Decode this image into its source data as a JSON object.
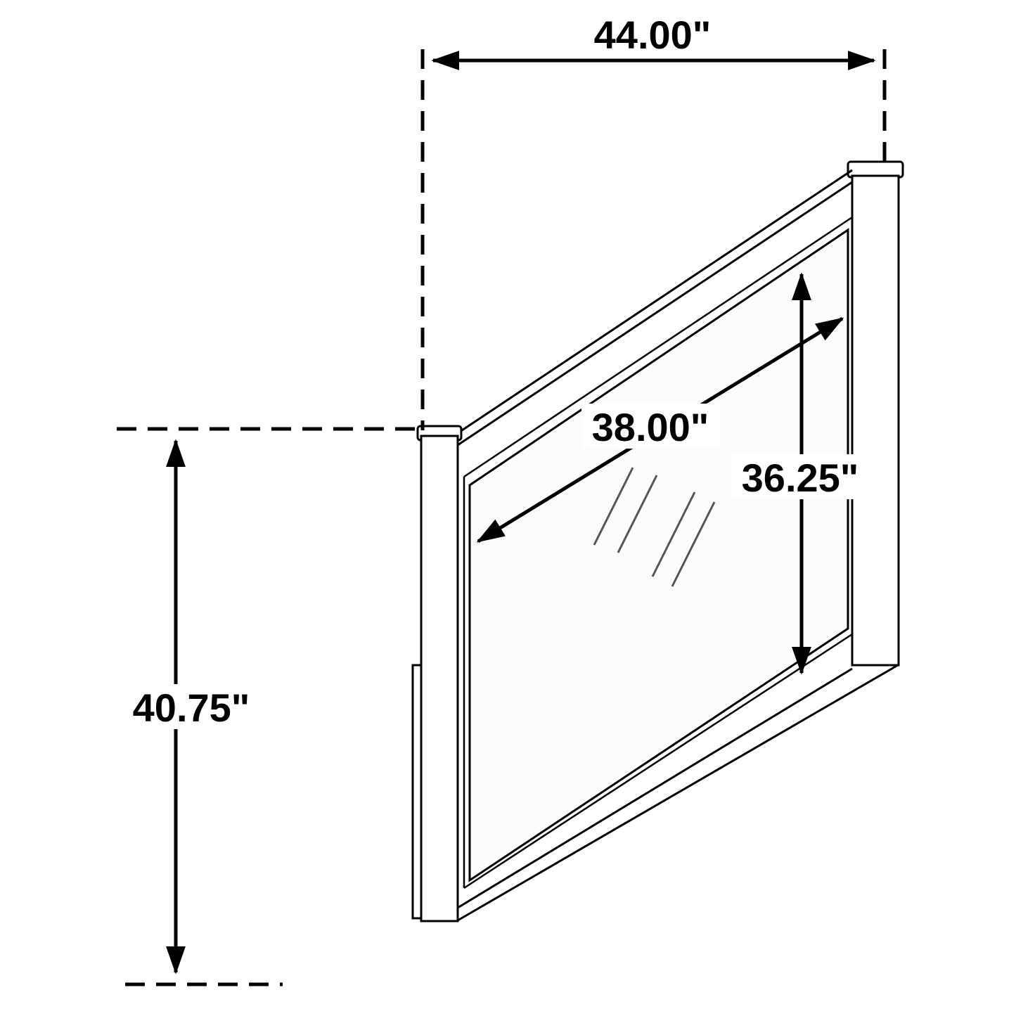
{
  "diagram": {
    "labels": {
      "overall_width": "44.00\"",
      "overall_height": "40.75\"",
      "glass_width": "38.00\"",
      "glass_height": "36.25\""
    },
    "colors": {
      "line": "#000000",
      "background": "#ffffff",
      "glass_fill": "#fcfcfc",
      "reflection": "#555555"
    }
  }
}
